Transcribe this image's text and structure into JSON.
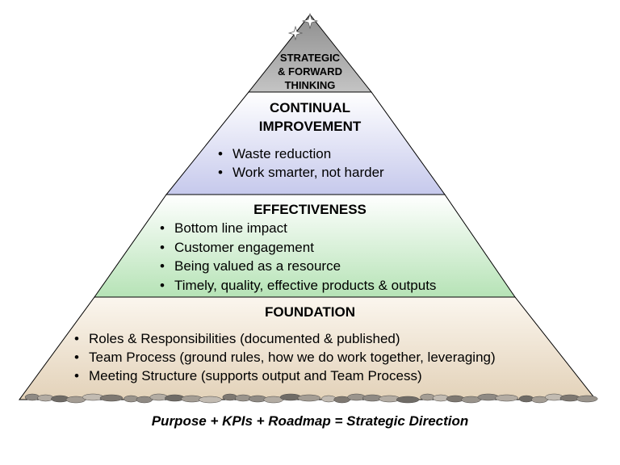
{
  "tiers": {
    "top": {
      "title_lines": [
        "STRATEGIC",
        "& FORWARD",
        "THINKING"
      ],
      "color": "#a3a3a3"
    },
    "continual": {
      "title_lines": [
        "CONTINUAL",
        "IMPROVEMENT"
      ],
      "bullets": [
        "Waste reduction",
        "Work smarter, not harder"
      ],
      "color": "#d4d6ef"
    },
    "effectiveness": {
      "title": "EFFECTIVENESS",
      "bullets": [
        "Bottom line impact",
        "Customer engagement",
        "Being valued as a resource",
        "Timely, quality, effective products & outputs"
      ],
      "color": "#cdeccd"
    },
    "foundation": {
      "title": "FOUNDATION",
      "bullets": [
        "Roles & Responsibilities (documented & published)",
        "Team Process (ground rules, how we do work together, leveraging)",
        "Meeting Structure (supports output and Team Process)"
      ],
      "color": "#efe3d2"
    }
  },
  "decorations": {
    "sparkle_icon": "four-point-star",
    "stones_icon": "stone-row"
  },
  "footer": {
    "caption": "Purpose + KPIs + Roadmap = Strategic Direction"
  }
}
